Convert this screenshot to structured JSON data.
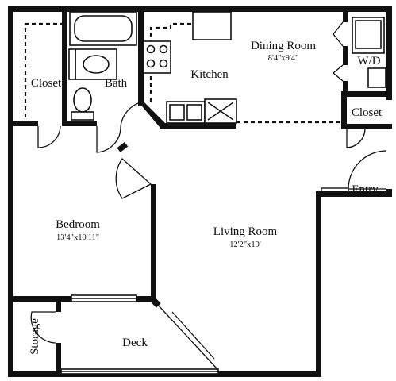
{
  "rooms": {
    "dining": {
      "name": "Dining Room",
      "size": "8'4\"x9'4\""
    },
    "kitchen": {
      "name": "Kitchen"
    },
    "washer_dryer": {
      "name": "W/D"
    },
    "closet_right": {
      "name": "Closet"
    },
    "closet_left": {
      "name": "Closet"
    },
    "bath": {
      "name": "Bath"
    },
    "entry": {
      "name": "Entry"
    },
    "bedroom": {
      "name": "Bedroom",
      "size": "13'4\"x10'11\""
    },
    "living": {
      "name": "Living Room",
      "size": "12'2\"x19'"
    },
    "storage": {
      "name": "Storage"
    },
    "deck": {
      "name": "Deck"
    }
  },
  "colors": {
    "wall": "#111111",
    "background": "#ffffff"
  }
}
